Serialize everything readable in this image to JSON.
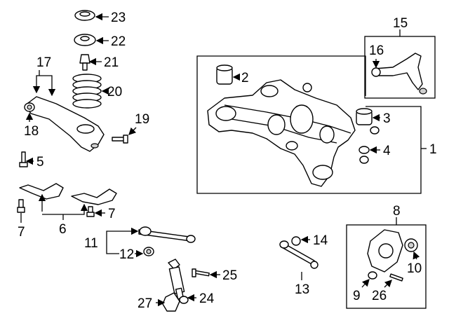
{
  "callouts": {
    "c1": "1",
    "c2": "2",
    "c3": "3",
    "c4": "4",
    "c5": "5",
    "c6": "6",
    "c7a": "7",
    "c7b": "7",
    "c8": "8",
    "c9": "9",
    "c10": "10",
    "c11": "11",
    "c12": "12",
    "c13": "13",
    "c14": "14",
    "c15": "15",
    "c16": "16",
    "c17": "17",
    "c18": "18",
    "c19": "19",
    "c20": "20",
    "c21": "21",
    "c22": "22",
    "c23": "23",
    "c24": "24",
    "c25": "25",
    "c26": "26",
    "c27": "27"
  },
  "colors": {
    "line": "#000000",
    "background": "#ffffff",
    "shade": "#d0d0d0"
  }
}
